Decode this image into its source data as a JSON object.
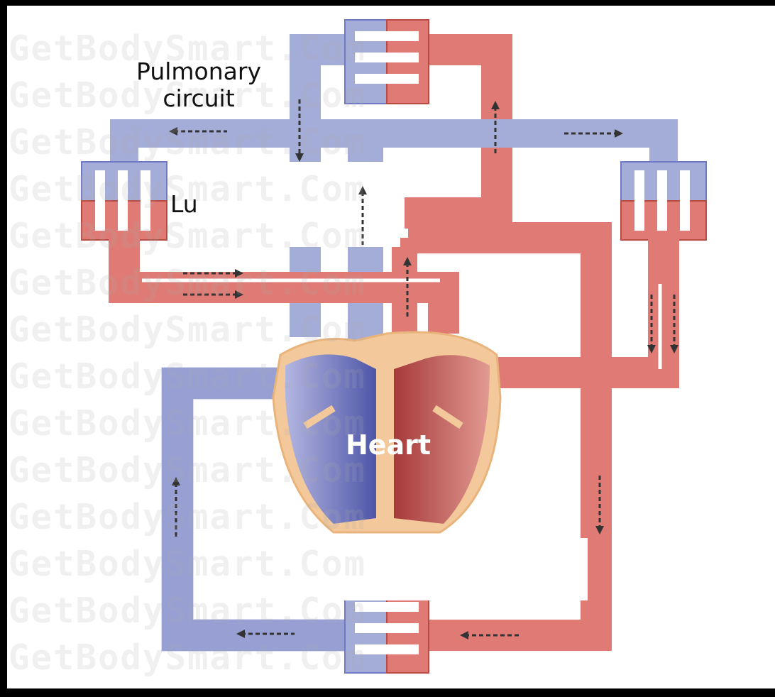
{
  "labels": {
    "pulmonary_line1": "Pulmonary",
    "pulmonary_line2": "circuit",
    "lung_left": "Lu",
    "heart": "Heart"
  },
  "watermark": "GetBodySmart.Com",
  "colors": {
    "background": "#000000",
    "panel": "#ffffff",
    "deoxygenated": "#a4acd8",
    "deoxygenated_edge": "#6f78c4",
    "oxygenated": "#e07a74",
    "oxygenated_edge": "#b84a44",
    "heart_outline": "#f3c99b",
    "arrow": "#333333"
  },
  "icons": [
    "left-arrow-icon",
    "right-arrow-icon",
    "up-arrow-icon",
    "down-arrow-icon"
  ]
}
